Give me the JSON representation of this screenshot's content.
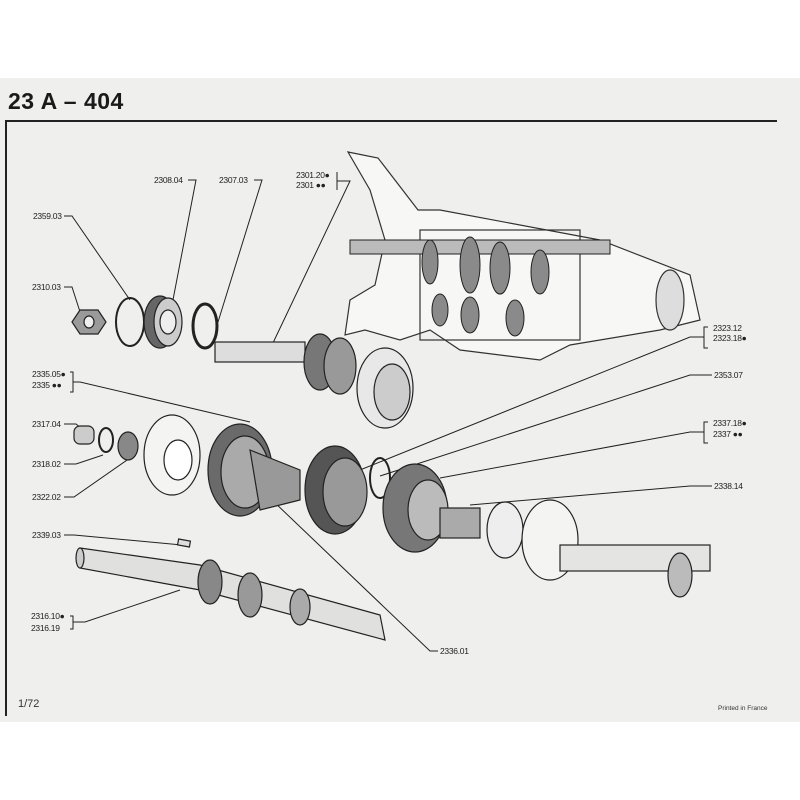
{
  "header": {
    "title": "23 A – 404"
  },
  "labels": {
    "l2308_04": "2308.04",
    "l2307_03": "2307.03",
    "l2301_20": "2301.20●",
    "l2301": "2301 ●●",
    "l2359_03": "2359.03",
    "l2310_03": "2310.03",
    "l2323_12": "2323.12",
    "l2323_18": "2323.18●",
    "l2335_05": "2335.05●",
    "l2335": "2335 ●●",
    "l2353_07": "2353.07",
    "l2317_04": "2317.04",
    "l2337_18": "2337.18●",
    "l2337": "2337 ●●",
    "l2318_02": "2318.02",
    "l2338_14": "2338.14",
    "l2322_02": "2322.02",
    "l2339_03": "2339.03",
    "l2316_10": "2316.10●",
    "l2316_19": "2316.19",
    "l2336_01": "2336.01"
  },
  "footer": {
    "page": "1/72",
    "printed": "Printed in France"
  }
}
